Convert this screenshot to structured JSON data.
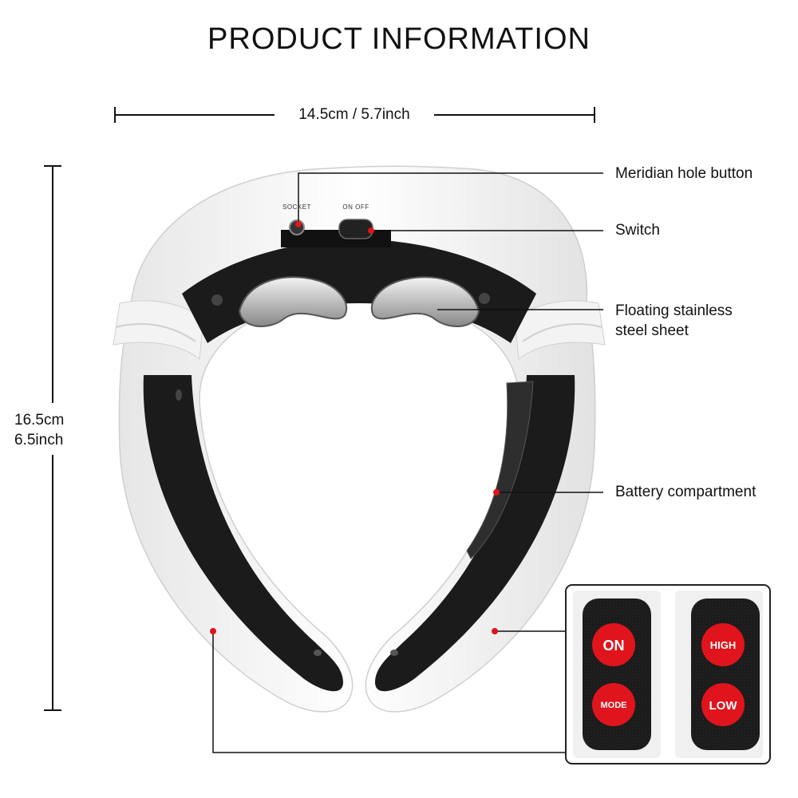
{
  "title": "PRODUCT INFORMATION",
  "dimensions": {
    "width_label": "14.5cm / 5.7inch",
    "height_line1": "16.5cm",
    "height_line2": "6.5inch"
  },
  "callouts": {
    "meridian": "Meridian hole button",
    "switch": "Switch",
    "sheet_line1": "Floating stainless",
    "sheet_line2": "steel sheet",
    "battery": "Battery compartment"
  },
  "device_labels": {
    "socket": "SOCKET",
    "on_off": "ON  OFF"
  },
  "pads": {
    "left": {
      "top": "ON",
      "bottom": "MODE"
    },
    "right": {
      "top": "HIGH",
      "bottom": "LOW"
    }
  },
  "colors": {
    "accent_red": "#e0141c",
    "pad_black": "#1a1a1a"
  }
}
